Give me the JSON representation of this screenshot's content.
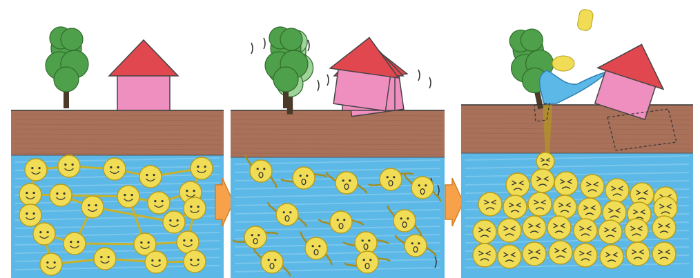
{
  "figure": {
    "panels": [
      {
        "id": "stable-ground",
        "particle_state": "linked"
      },
      {
        "id": "shaking",
        "particle_state": "separated"
      },
      {
        "id": "liquefaction",
        "particle_state": "crowded"
      }
    ],
    "colors": {
      "soil": "#a9715a",
      "soil_dark": "#8a5a44",
      "water": "#5cb8e6",
      "water_light": "#8fd0f0",
      "particle": "#f0dc55",
      "particle_edge": "#b89c18",
      "tree_leaves": "#4fa04a",
      "tree_trunk": "#4a3a2a",
      "roof": "#e0474f",
      "wall": "#ef8fbf",
      "arrow": "#f7a14a"
    },
    "icons": [
      "tree-icon",
      "house-icon",
      "particle-face-icon",
      "arrow-right-icon",
      "water-spout-icon",
      "flying-figure-icon"
    ]
  }
}
